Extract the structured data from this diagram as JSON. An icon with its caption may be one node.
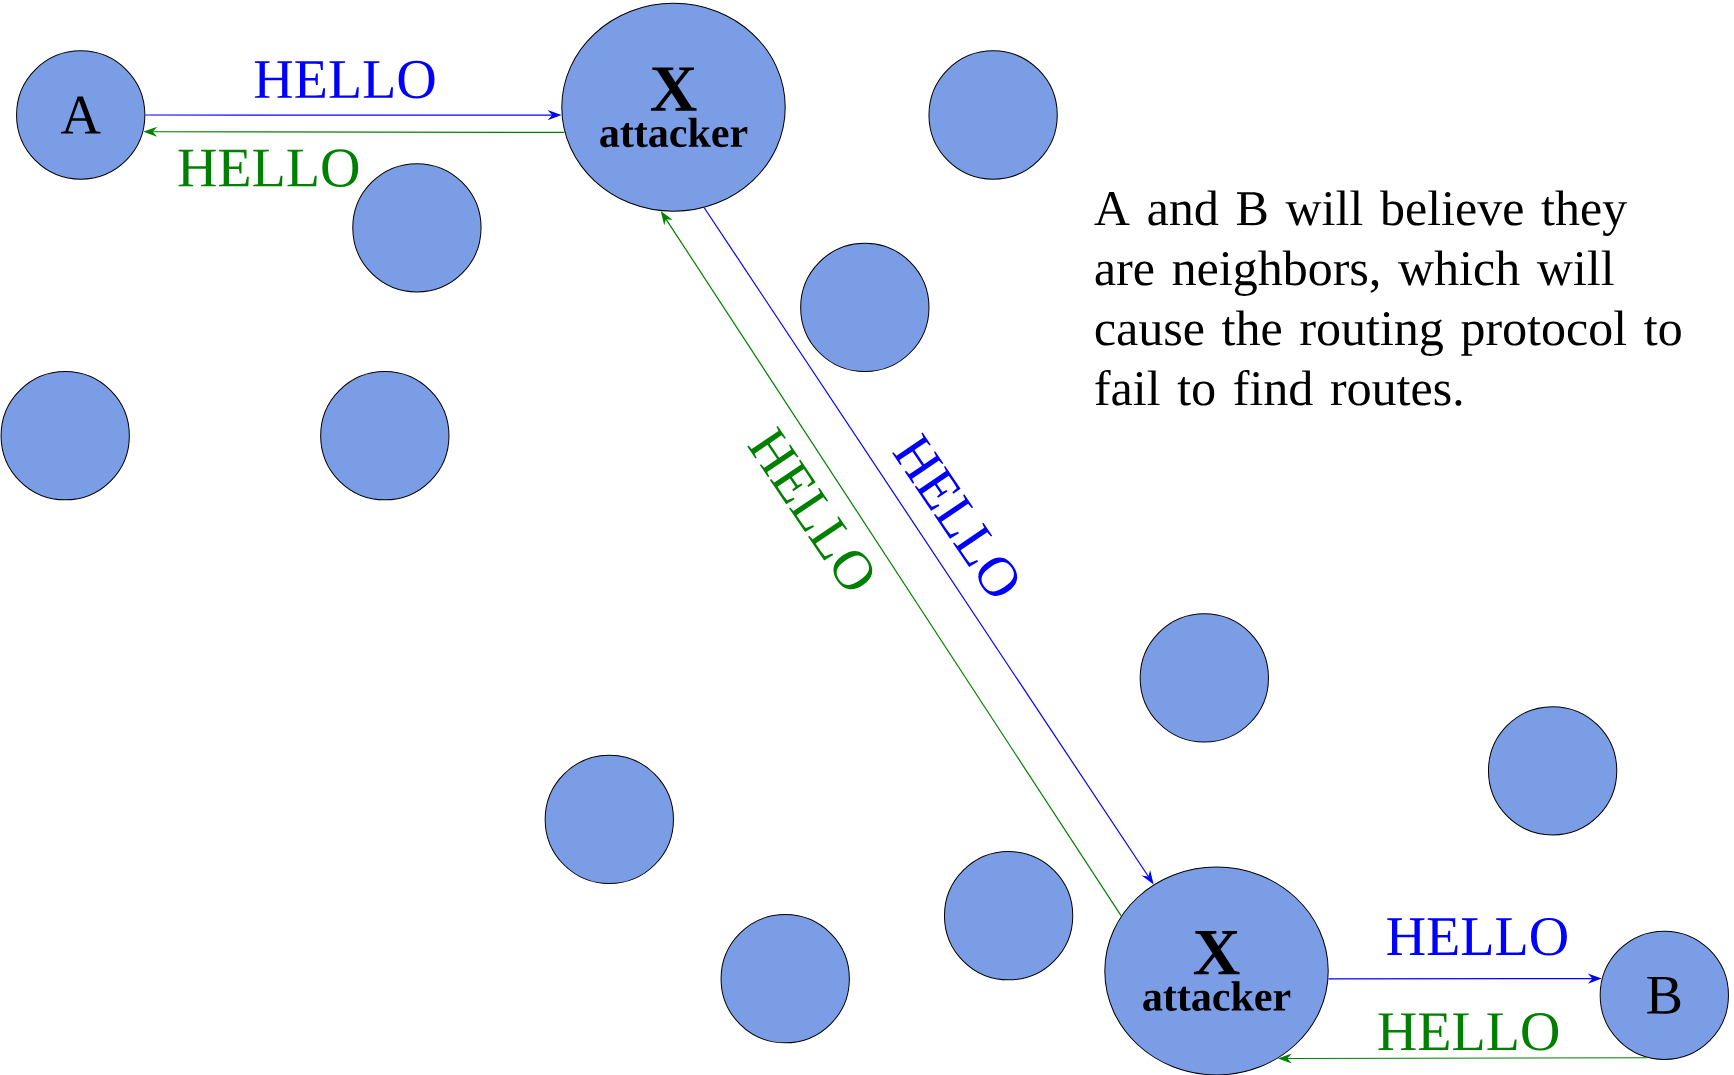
{
  "diagram": {
    "nodes": [
      {
        "text": [
          "A"
        ]
      },
      {
        "text": [
          "X",
          "attacker"
        ]
      },
      {
        "text": [],
        "shape": "circle"
      },
      {
        "text": [],
        "shape": "circle"
      },
      {
        "text": [],
        "shape": "circle"
      },
      {
        "text": [],
        "shape": "circle"
      },
      {
        "text": [],
        "shape": "circle"
      },
      {
        "text": [],
        "shape": "circle"
      },
      {
        "text": [],
        "shape": "circle"
      },
      {
        "text": [],
        "shape": "circle"
      },
      {
        "text": [],
        "shape": "circle"
      },
      {
        "text": [],
        "shape": "circle"
      },
      {
        "text": [
          "X",
          "attacker"
        ]
      },
      {
        "text": [
          "B"
        ]
      }
    ],
    "edges": [
      {
        "from": 0,
        "to": 1,
        "arrow": "to",
        "label": "HELLO",
        "color": "#0000ff"
      },
      {
        "from": 1,
        "to": 0,
        "arrow": "to",
        "label": "HELLO",
        "color": "#008000"
      },
      {
        "from": 1,
        "to": 12,
        "arrow": "to",
        "label": "HELLO",
        "color": "#0000ff"
      },
      {
        "from": 12,
        "to": 1,
        "arrow": "to",
        "label": "HELLO",
        "color": "#008000"
      },
      {
        "from": 12,
        "to": 13,
        "arrow": "to",
        "label": "HELLO",
        "color": "#0000ff"
      },
      {
        "from": 13,
        "to": 12,
        "arrow": "to",
        "label": "HELLO",
        "color": "#008000"
      }
    ],
    "labels": [
      "A and B will believe they are neighbors, which will cause the routing protocol to fail to find routes."
    ]
  }
}
